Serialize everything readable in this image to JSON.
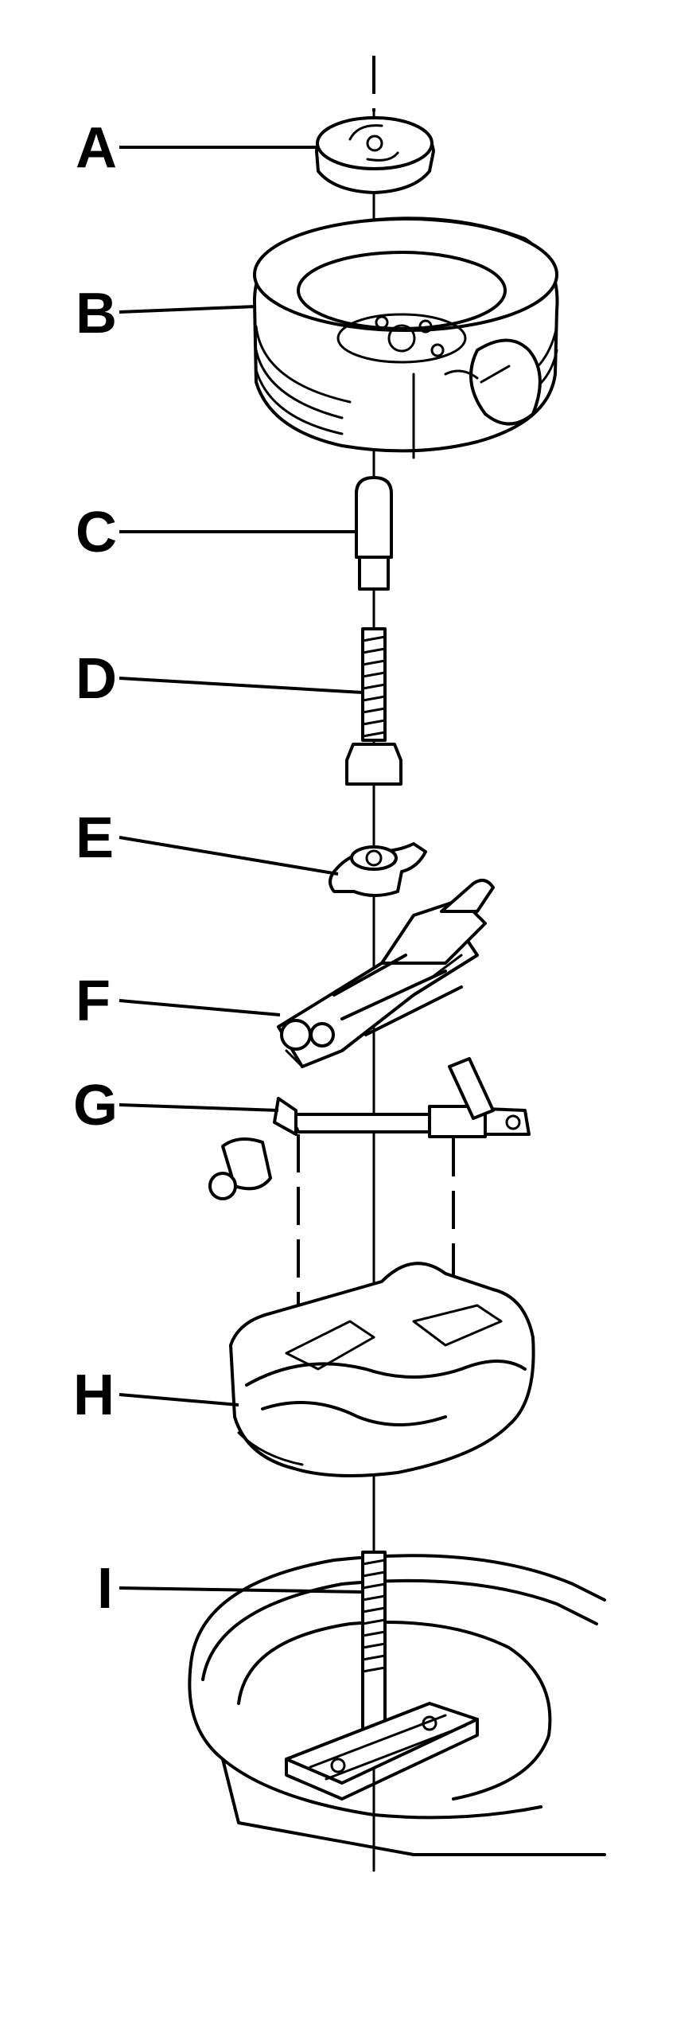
{
  "labels": [
    {
      "id": "A",
      "text": "A",
      "part": "wing-nut-retainer"
    },
    {
      "id": "B",
      "text": "B",
      "part": "spare-tire"
    },
    {
      "id": "C",
      "text": "C",
      "part": "spacer"
    },
    {
      "id": "D",
      "text": "D",
      "part": "bolt"
    },
    {
      "id": "E",
      "text": "E",
      "part": "wing-nut"
    },
    {
      "id": "F",
      "text": "F",
      "part": "jack"
    },
    {
      "id": "G",
      "text": "G",
      "part": "jack-handle-wrench"
    },
    {
      "id": "H",
      "text": "H",
      "part": "jack-storage-tray"
    },
    {
      "id": "I",
      "text": "I",
      "part": "stud-bracket"
    }
  ]
}
